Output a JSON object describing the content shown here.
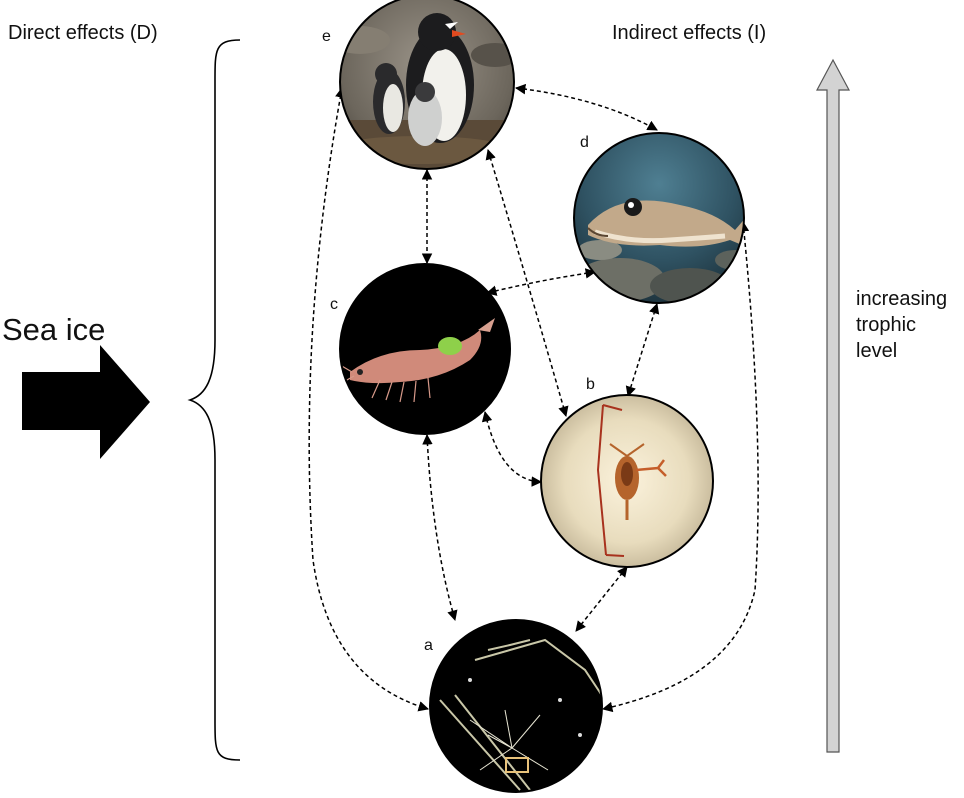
{
  "labels": {
    "direct": "Direct effects (D)",
    "indirect": "Indirect effects (I)",
    "sea_ice": "Sea ice",
    "trophic_lines": [
      "increasing",
      "trophic",
      "level"
    ]
  },
  "nodes": [
    {
      "letter": "a",
      "icon": "phytoplankton-diatom-photo"
    },
    {
      "letter": "b",
      "icon": "copepod-photo"
    },
    {
      "letter": "c",
      "icon": "krill-photo"
    },
    {
      "letter": "d",
      "icon": "fish-photo"
    },
    {
      "letter": "e",
      "icon": "penguin-photo"
    }
  ],
  "edges": [
    [
      "e",
      "d"
    ],
    [
      "e",
      "c"
    ],
    [
      "e",
      "b"
    ],
    [
      "e",
      "a"
    ],
    [
      "d",
      "c"
    ],
    [
      "d",
      "b"
    ],
    [
      "d",
      "a"
    ],
    [
      "c",
      "b"
    ],
    [
      "c",
      "a"
    ],
    [
      "b",
      "a"
    ]
  ],
  "colors": {
    "arrow": "#000000",
    "trophic_arrow_fill": "#d3d3d3",
    "trophic_arrow_stroke": "#555555"
  }
}
